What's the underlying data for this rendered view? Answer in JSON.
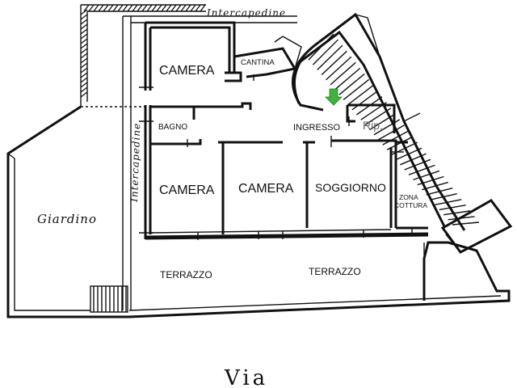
{
  "labels": {
    "intercapedine_top": "Intercapedine",
    "intercapedine_side": "Intercapedine",
    "camera_top": "CAMERA",
    "cantina": "CANTINA",
    "bagno": "BAGNO",
    "ingresso": "INGRESSO",
    "rip": "Rip.",
    "camera_left": "CAMERA",
    "camera_mid": "CAMERA",
    "soggiorno": "SOGGIORNO",
    "zona": "ZONA",
    "cottura": "COTTURA",
    "giardino": "Giardino",
    "terrazzo_left": "TERRAZZO",
    "terrazzo_right": "TERRAZZO",
    "via": "Via"
  },
  "colors": {
    "line": "#111111",
    "entrance_arrow": "#3cb43c"
  },
  "icons": {
    "entrance_marker": "arrow-down-icon"
  }
}
